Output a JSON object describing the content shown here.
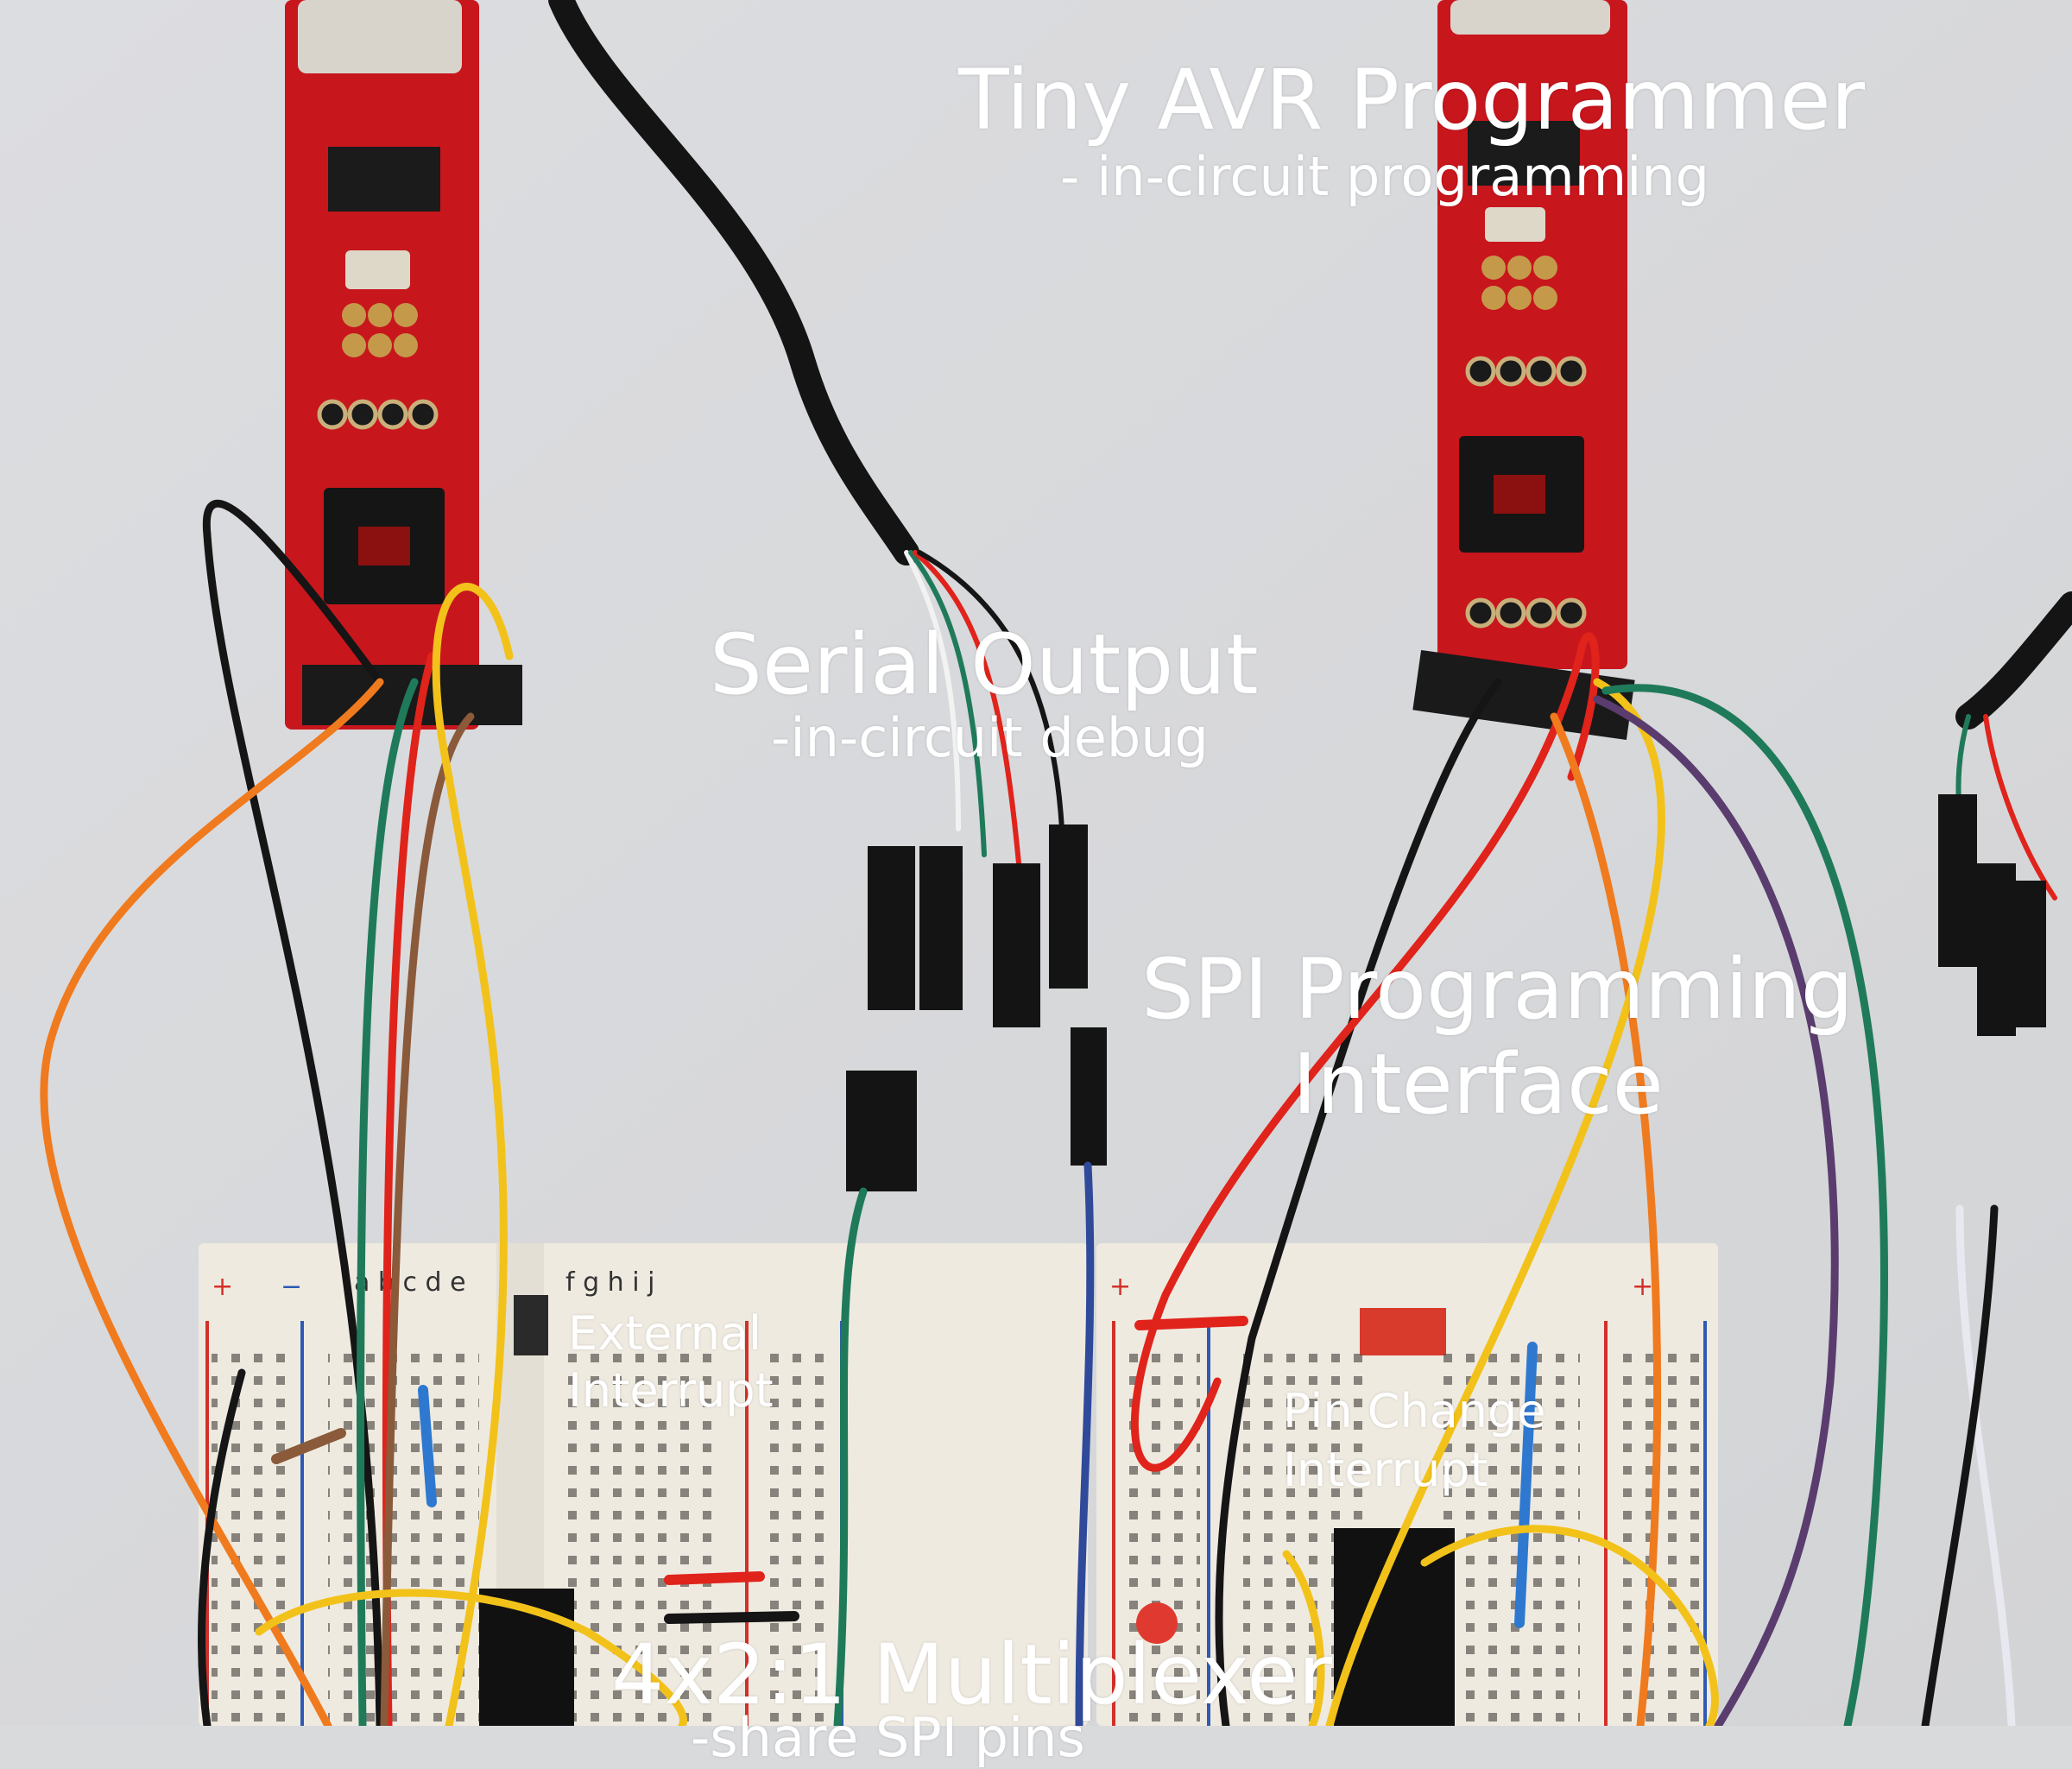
{
  "labels": {
    "tiny_avr_title": "Tiny AVR Programmer",
    "tiny_avr_sub": "- in-circuit programming",
    "serial_title": "Serial Output",
    "serial_sub": "-in-circuit debug",
    "spi_line1": "SPI Programming",
    "spi_line2": "Interface",
    "ext_int_line1": "External",
    "ext_int_line2": "Interrupt",
    "pcint_line1": "Pin Change",
    "pcint_line2": "Interrupt",
    "mux_title": "4x2:1 Multiplexer",
    "mux_sub": "-share SPI pins"
  },
  "breadboard_marks": {
    "plus": "+",
    "minus": "−",
    "cols_left": "a b c d e",
    "cols_right": "f g h i j"
  },
  "colors": {
    "background": "#d9dadc",
    "pcb_red": "#c8161d",
    "breadboard": "#efeae0",
    "wire_black": "#151515",
    "wire_red": "#e0231b",
    "wire_orange": "#f07a1e",
    "wire_yellow": "#f2c21a",
    "wire_green": "#1f7a5a",
    "wire_purple": "#5a3c6e",
    "wire_blue": "#2f4a9a",
    "wire_brown": "#8a5a3a",
    "wire_white": "#f2f2f2"
  }
}
